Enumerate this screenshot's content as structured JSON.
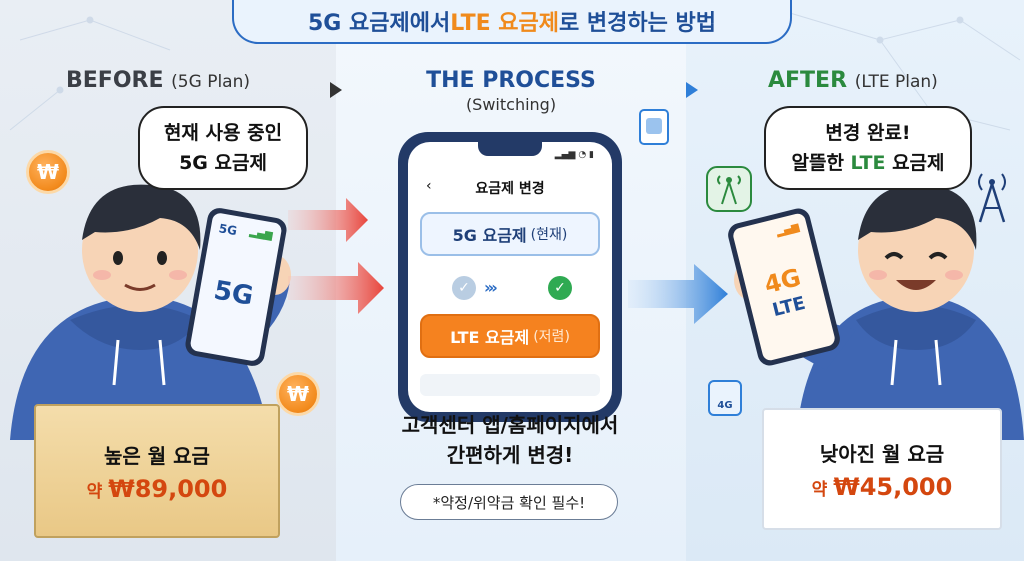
{
  "title": {
    "part1": "5G 요금제에서 ",
    "highlight": "LTE 요금제",
    "part2": "로 변경하는 방법"
  },
  "before": {
    "heading": "BEFORE",
    "heading_sub": "(5G Plan)",
    "bubble_line1": "현재 사용 중인",
    "bubble_line2": "5G 요금제",
    "phone_top_label": "5G",
    "phone_main_label": "5G",
    "coin_symbol": "₩",
    "fee_label": "높은 월 요금",
    "price_prefix": "약 ",
    "price": "₩89,000"
  },
  "process": {
    "heading": "THE PROCESS",
    "heading_sub": "(Switching)",
    "app_title": "요금제 변경",
    "back_symbol": "‹",
    "status_time": "",
    "option_current": "5G 요금제",
    "option_current_note": "(현재)",
    "option_new": "LTE 요금제",
    "option_new_note": "(저렴)",
    "check_mark": "✓",
    "chevrons": "›››",
    "desc_line1": "고객센터 앱/홈페이지에서",
    "desc_line2": "간편하게 변경!",
    "notice": "*약정/위약금 확인 필수!"
  },
  "after": {
    "heading": "AFTER",
    "heading_sub": "(LTE Plan)",
    "bubble_line1": "변경 완료!",
    "bubble_line2_pre": "알뜰한 ",
    "bubble_line2_hl": "LTE",
    "bubble_line2_post": " 요금제",
    "phone_main_label": "4G",
    "phone_sub_label": "LTE",
    "sim_label": "4G",
    "fee_label": "낮아진 월 요금",
    "price_prefix": "약 ",
    "price": "₩45,000"
  },
  "colors": {
    "title_blue": "#1f4f98",
    "accent_orange": "#f08a1c",
    "price_red": "#d4470f",
    "after_green": "#2b8a3e",
    "hoodie_blue": "#3f66b3",
    "arrow_red": "#e8453c",
    "arrow_blue": "#2f7fd8"
  }
}
